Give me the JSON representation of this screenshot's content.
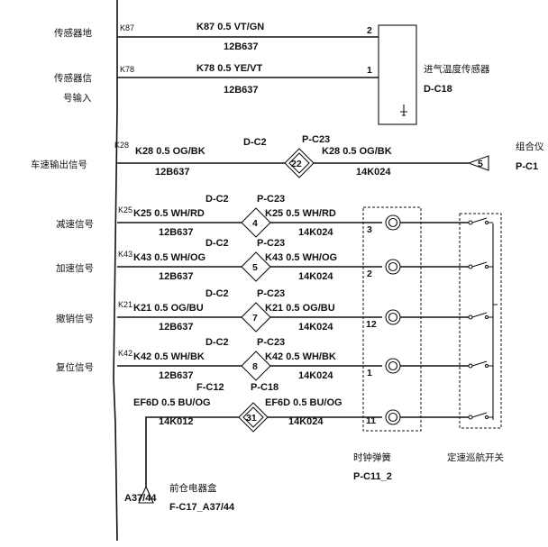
{
  "sensor": {
    "ground_label": "传感器地",
    "signal_label_1": "传感器信",
    "signal_label_2": "号输入",
    "name": "进气温度传感器",
    "code": "D-C18"
  },
  "vehicle_speed": {
    "label": "车速输出信号",
    "wire_id": "K28",
    "wire": "K28 0.5 OG/BK",
    "harness_left": "12B637",
    "connector_left": "D-C2",
    "connector_right": "P-C23",
    "pin": "22",
    "wire_right": "K28 0.5 OG/BK",
    "harness_right": "14K024",
    "target_label": "组合仪",
    "target_code": "P-C1",
    "target_pin": "5"
  },
  "wires": [
    {
      "id": "K87",
      "left": "传感器地",
      "spec": "K87 0.5 VT/GN",
      "harness": "12B637",
      "pin": "2"
    },
    {
      "id": "K78",
      "left": "传感器信号输入",
      "spec": "K78 0.5 YE/VT",
      "harness": "12B637",
      "pin": "1"
    }
  ],
  "switch_rows": [
    {
      "label": "减速信号",
      "wire_id": "K25",
      "wire_left": "K25 0.5 WH/RD",
      "conn_left": "D-C2",
      "conn_right": "P-C23",
      "pin": "4",
      "wire_right": "K25 0.5 WH/RD",
      "harness_left": "12B637",
      "harness_right": "14K024",
      "clock_pin": "3"
    },
    {
      "label": "加速信号",
      "wire_id": "K43",
      "wire_left": "K43 0.5 WH/OG",
      "conn_left": "D-C2",
      "conn_right": "P-C23",
      "pin": "5",
      "wire_right": "K43 0.5 WH/OG",
      "harness_left": "12B637",
      "harness_right": "14K024",
      "clock_pin": "2"
    },
    {
      "label": "撤销信号",
      "wire_id": "K21",
      "wire_left": "K21 0.5 OG/BU",
      "conn_left": "D-C2",
      "conn_right": "P-C23",
      "pin": "7",
      "wire_right": "K21 0.5 OG/BU",
      "harness_left": "12B637",
      "harness_right": "14K024",
      "clock_pin": "12"
    },
    {
      "label": "复位信号",
      "wire_id": "K42",
      "wire_left": "K42 0.5 WH/BK",
      "conn_left": "D-C2",
      "conn_right": "P-C23",
      "pin": "8",
      "wire_right": "K42 0.5 WH/BK",
      "harness_left": "12B637",
      "harness_right": "14K024",
      "clock_pin": "1"
    }
  ],
  "power_row": {
    "conn_left": "F-C12",
    "conn_right": "P-C18",
    "pin": "31",
    "wire_left": "EF6D 0.5 BU/OG",
    "wire_right": "EF6D 0.5 BU/OG",
    "harness_left": "14K012",
    "harness_right": "14K024",
    "clock_pin": "11"
  },
  "clock_spring": {
    "name": "时钟弹簧",
    "code": "P-C11_2"
  },
  "cruise_switch": {
    "name": "定速巡航开关"
  },
  "fuse_box": {
    "name": "前仓电器盒",
    "code": "F-C17_A37/44",
    "pin": "A37/44"
  }
}
